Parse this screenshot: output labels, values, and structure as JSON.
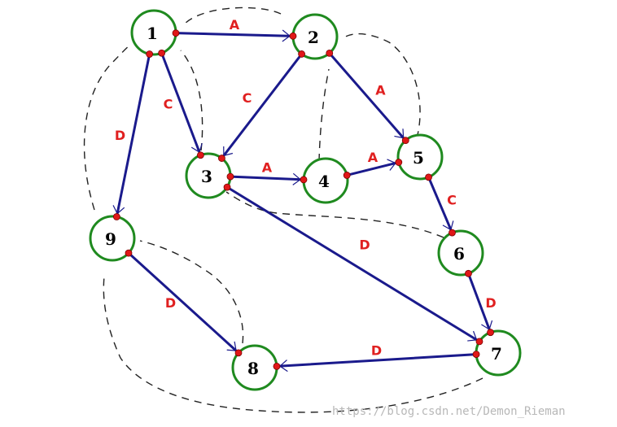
{
  "nodes": [
    {
      "id": "1",
      "label": "1"
    },
    {
      "id": "2",
      "label": "2"
    },
    {
      "id": "3",
      "label": "3"
    },
    {
      "id": "4",
      "label": "4"
    },
    {
      "id": "5",
      "label": "5"
    },
    {
      "id": "6",
      "label": "6"
    },
    {
      "id": "7",
      "label": "7"
    },
    {
      "id": "8",
      "label": "8"
    },
    {
      "id": "9",
      "label": "9"
    }
  ],
  "edges": [
    {
      "id": "e1-2",
      "from": "1",
      "to": "2",
      "label": "A"
    },
    {
      "id": "e1-3",
      "from": "1",
      "to": "3",
      "label": "C"
    },
    {
      "id": "e1-9",
      "from": "1",
      "to": "9",
      "label": "D"
    },
    {
      "id": "e2-3",
      "from": "2",
      "to": "3",
      "label": "C"
    },
    {
      "id": "e2-5",
      "from": "2",
      "to": "5",
      "label": "A"
    },
    {
      "id": "e3-4",
      "from": "3",
      "to": "4",
      "label": "A"
    },
    {
      "id": "e4-5",
      "from": "4",
      "to": "5",
      "label": "A"
    },
    {
      "id": "e5-6",
      "from": "5",
      "to": "6",
      "label": "C"
    },
    {
      "id": "e3-7",
      "from": "3",
      "to": "7",
      "label": "D"
    },
    {
      "id": "e6-7",
      "from": "6",
      "to": "7",
      "label": "D"
    },
    {
      "id": "e7-8",
      "from": "7",
      "to": "8",
      "label": "D"
    },
    {
      "id": "e9-8",
      "from": "9",
      "to": "8",
      "label": "D"
    }
  ],
  "watermark": "https://blog.csdn.net/Demon_Rieman",
  "colors": {
    "node_stroke": "#1f8a1f",
    "edge": "#1a1a8c",
    "edge_label": "#e02020",
    "endpoint": "#e01818",
    "dashed": "#222222"
  }
}
